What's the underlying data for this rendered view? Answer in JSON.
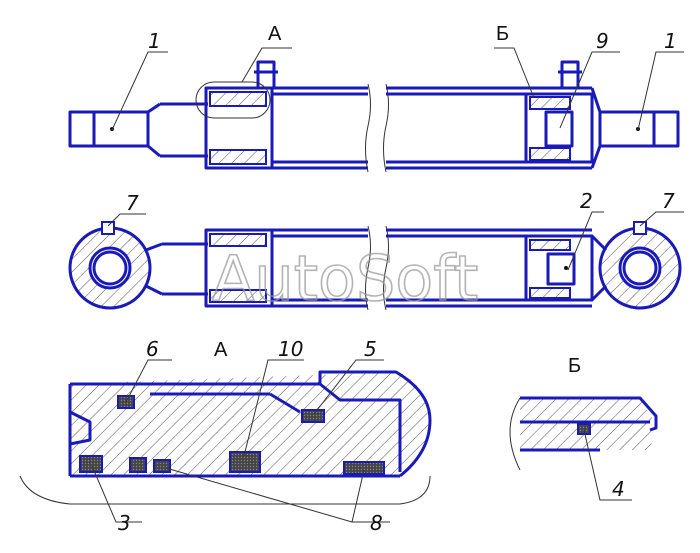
{
  "watermark": "AutoSoft",
  "view_labels": {
    "a": "А",
    "b": "Б"
  },
  "callouts": {
    "top_left_rod_eye": "1",
    "top_detail_a": "А",
    "top_detail_b": "Б",
    "top_piston": "9",
    "top_right_rod_eye": "1",
    "mid_left_pin": "7",
    "mid_piston": "2",
    "mid_right_pin": "7",
    "detail_a_item_6": "6",
    "detail_a_item_10": "10",
    "detail_a_item_5": "5",
    "detail_a_item_3": "3",
    "detail_a_item_8": "8",
    "detail_b_item_4": "4"
  },
  "colors": {
    "outline": "#1a1ab8",
    "hatch": "#555555",
    "seal": "#444444",
    "watermark": "#9a9a9a"
  }
}
